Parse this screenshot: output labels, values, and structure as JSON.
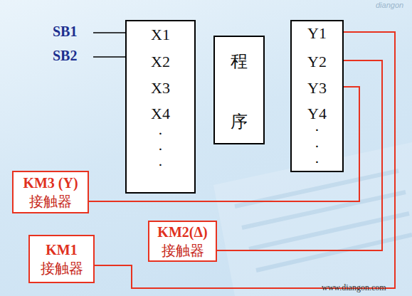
{
  "diagram": {
    "nodes": [
      {
        "text": [
          "X1",
          "X2",
          "X3",
          "X4",
          "·",
          "·",
          "·"
        ]
      },
      {
        "text": [
          "程 序"
        ]
      },
      {
        "text": [
          "Y1",
          "Y2",
          "Y3",
          "Y4",
          "·",
          "·",
          "·"
        ]
      },
      {
        "text": [
          "KM3 (Y)",
          "接触器"
        ]
      },
      {
        "text": [
          "KM2(Δ)",
          "接触器"
        ]
      },
      {
        "text": [
          "KM1",
          "接触器"
        ]
      }
    ],
    "edges": [
      {
        "from": 2,
        "to": 3,
        "arrow": "none"
      },
      {
        "from": 2,
        "to": 4,
        "arrow": "none"
      },
      {
        "from": 2,
        "to": 5,
        "arrow": "none"
      }
    ],
    "labels": [
      "SB1",
      "SB2",
      "diangon",
      "www.diangon.com"
    ]
  }
}
